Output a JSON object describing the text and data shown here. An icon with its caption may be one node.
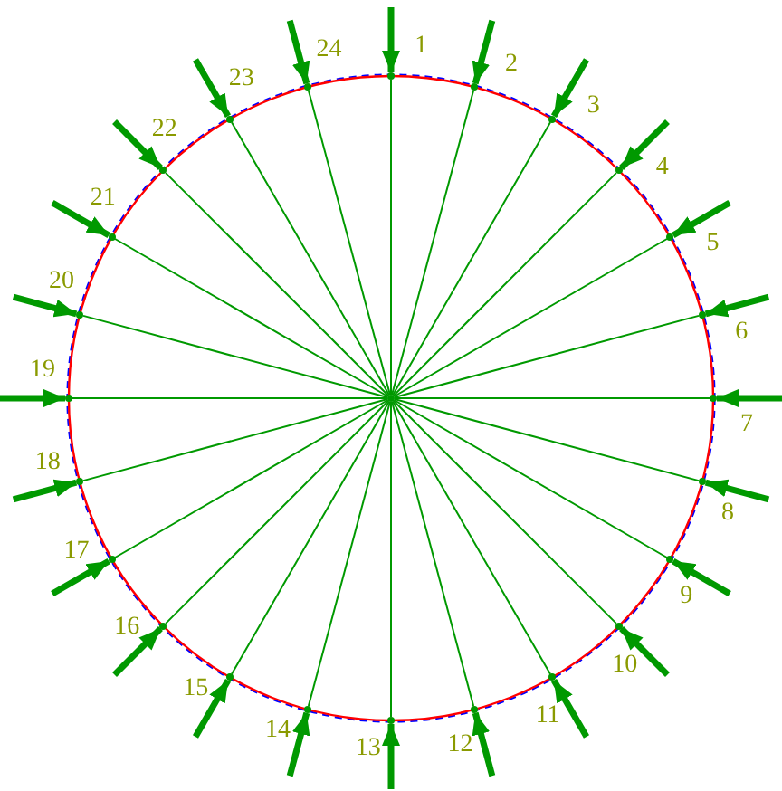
{
  "diagram": {
    "nodes": [
      {
        "text": [],
        "shape": "circle"
      },
      {
        "text": [],
        "shape": "circle",
        "beside": [
          "1"
        ]
      },
      {
        "text": [],
        "shape": "circle",
        "beside": [
          "2"
        ]
      },
      {
        "text": [],
        "shape": "circle",
        "beside": [
          "3"
        ]
      },
      {
        "text": [],
        "shape": "circle",
        "beside": [
          "4"
        ]
      },
      {
        "text": [],
        "shape": "circle",
        "beside": [
          "5"
        ]
      },
      {
        "text": [],
        "shape": "circle",
        "beside": [
          "6"
        ]
      },
      {
        "text": [],
        "shape": "circle",
        "beside": [
          "7"
        ]
      },
      {
        "text": [],
        "shape": "circle",
        "beside": [
          "8"
        ]
      },
      {
        "text": [],
        "shape": "circle",
        "beside": [
          "9"
        ]
      },
      {
        "text": [],
        "shape": "circle",
        "beside": [
          "10"
        ]
      },
      {
        "text": [],
        "shape": "circle",
        "beside": [
          "11"
        ]
      },
      {
        "text": [],
        "shape": "circle",
        "beside": [
          "12"
        ]
      },
      {
        "text": [],
        "shape": "circle",
        "beside": [
          "13"
        ]
      },
      {
        "text": [],
        "shape": "circle",
        "beside": [
          "14"
        ]
      },
      {
        "text": [],
        "shape": "circle",
        "beside": [
          "15"
        ]
      },
      {
        "text": [],
        "shape": "circle",
        "beside": [
          "16"
        ]
      },
      {
        "text": [],
        "shape": "circle",
        "beside": [
          "17"
        ]
      },
      {
        "text": [],
        "shape": "circle",
        "beside": [
          "18"
        ]
      },
      {
        "text": [],
        "shape": "circle",
        "beside": [
          "19"
        ]
      },
      {
        "text": [],
        "shape": "circle",
        "beside": [
          "20"
        ]
      },
      {
        "text": [],
        "shape": "circle",
        "beside": [
          "21"
        ]
      },
      {
        "text": [],
        "shape": "circle",
        "beside": [
          "22"
        ]
      },
      {
        "text": [],
        "shape": "circle",
        "beside": [
          "23"
        ]
      },
      {
        "text": [],
        "shape": "circle",
        "beside": [
          "24"
        ]
      }
    ],
    "edges": [
      {
        "from": 0,
        "to": 1,
        "arrow": "none"
      },
      {
        "from": 0,
        "to": 2,
        "arrow": "none"
      },
      {
        "from": 0,
        "to": 3,
        "arrow": "none"
      },
      {
        "from": 0,
        "to": 4,
        "arrow": "none"
      },
      {
        "from": 0,
        "to": 5,
        "arrow": "none"
      },
      {
        "from": 0,
        "to": 6,
        "arrow": "none"
      },
      {
        "from": 0,
        "to": 7,
        "arrow": "none"
      },
      {
        "from": 0,
        "to": 8,
        "arrow": "none"
      },
      {
        "from": 0,
        "to": 9,
        "arrow": "none"
      },
      {
        "from": 0,
        "to": 10,
        "arrow": "none"
      },
      {
        "from": 0,
        "to": 11,
        "arrow": "none"
      },
      {
        "from": 0,
        "to": 12,
        "arrow": "none"
      },
      {
        "from": 0,
        "to": 13,
        "arrow": "none"
      },
      {
        "from": 0,
        "to": 14,
        "arrow": "none"
      },
      {
        "from": 0,
        "to": 15,
        "arrow": "none"
      },
      {
        "from": 0,
        "to": 16,
        "arrow": "none"
      },
      {
        "from": 0,
        "to": 17,
        "arrow": "none"
      },
      {
        "from": 0,
        "to": 18,
        "arrow": "none"
      },
      {
        "from": 0,
        "to": 19,
        "arrow": "none"
      },
      {
        "from": 0,
        "to": 20,
        "arrow": "none"
      },
      {
        "from": 0,
        "to": 21,
        "arrow": "none"
      },
      {
        "from": 0,
        "to": 22,
        "arrow": "none"
      },
      {
        "from": 0,
        "to": 23,
        "arrow": "none"
      },
      {
        "from": 0,
        "to": 24,
        "arrow": "none"
      },
      {
        "from": null,
        "to": 1,
        "arrow": "to",
        "style": "thick"
      },
      {
        "from": null,
        "to": 2,
        "arrow": "to",
        "style": "thick"
      },
      {
        "from": null,
        "to": 3,
        "arrow": "to",
        "style": "thick"
      },
      {
        "from": null,
        "to": 4,
        "arrow": "to",
        "style": "thick"
      },
      {
        "from": null,
        "to": 5,
        "arrow": "to",
        "style": "thick"
      },
      {
        "from": null,
        "to": 6,
        "arrow": "to",
        "style": "thick"
      },
      {
        "from": null,
        "to": 7,
        "arrow": "to",
        "style": "thick"
      },
      {
        "from": null,
        "to": 8,
        "arrow": "to",
        "style": "thick"
      },
      {
        "from": null,
        "to": 9,
        "arrow": "to",
        "style": "thick"
      },
      {
        "from": null,
        "to": 10,
        "arrow": "to",
        "style": "thick"
      },
      {
        "from": null,
        "to": 11,
        "arrow": "to",
        "style": "thick"
      },
      {
        "from": null,
        "to": 12,
        "arrow": "to",
        "style": "thick"
      },
      {
        "from": null,
        "to": 13,
        "arrow": "to",
        "style": "thick"
      },
      {
        "from": null,
        "to": 14,
        "arrow": "to",
        "style": "thick"
      },
      {
        "from": null,
        "to": 15,
        "arrow": "to",
        "style": "thick"
      },
      {
        "from": null,
        "to": 16,
        "arrow": "to",
        "style": "thick"
      },
      {
        "from": null,
        "to": 17,
        "arrow": "to",
        "style": "thick"
      },
      {
        "from": null,
        "to": 18,
        "arrow": "to",
        "style": "thick"
      },
      {
        "from": null,
        "to": 19,
        "arrow": "to",
        "style": "thick"
      },
      {
        "from": null,
        "to": 20,
        "arrow": "to",
        "style": "thick"
      },
      {
        "from": null,
        "to": 21,
        "arrow": "to",
        "style": "thick"
      },
      {
        "from": null,
        "to": 22,
        "arrow": "to",
        "style": "thick"
      },
      {
        "from": null,
        "to": 23,
        "arrow": "to",
        "style": "thick"
      },
      {
        "from": null,
        "to": 24,
        "arrow": "to",
        "style": "thick"
      }
    ]
  }
}
